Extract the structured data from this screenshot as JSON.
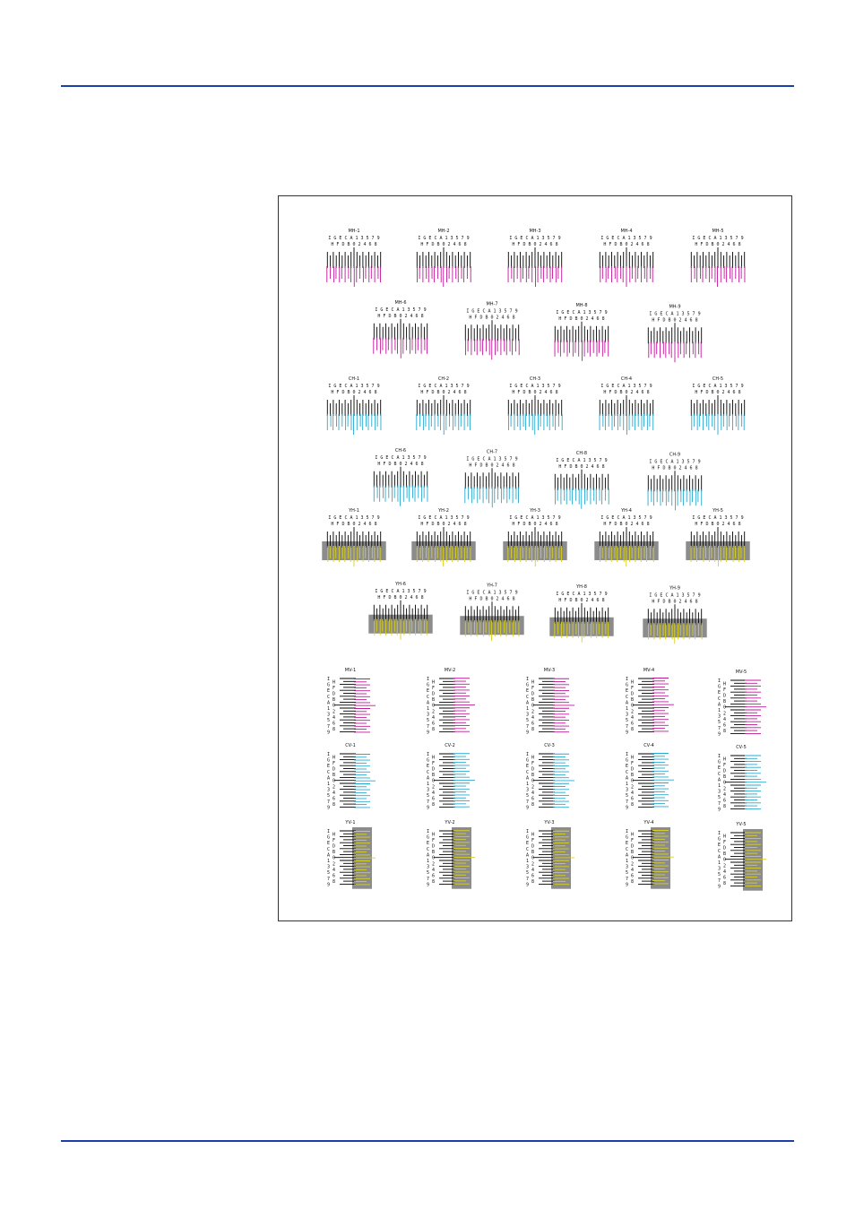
{
  "colors": {
    "rule": "#1a3fa6",
    "black": "#000000",
    "magenta": "#c0189a",
    "cyan": "#28a8d0",
    "yellow": "#d8d020",
    "gray_bg": "#8c8c8c",
    "frame": "#333333"
  },
  "chart": {
    "row_top_labels": "I G E C A 1 3 5 7 9",
    "row_bottom_labels": "H F D B 0 2 4 6 8",
    "column_labels": [
      "I",
      "H",
      "G",
      "F",
      "E",
      "D",
      "C",
      "B",
      "A",
      "0",
      "1",
      "2",
      "3",
      "4",
      "5",
      "6",
      "7",
      "8",
      "9"
    ],
    "horizontal_groups": [
      {
        "color": "magenta",
        "gray_bg": false,
        "rows": [
          [
            "MH-1",
            "MH-2",
            "MH-3",
            "MH-4",
            "MH-5"
          ],
          [
            "MH-6",
            "MH-7",
            "MH-8",
            "MH-9"
          ]
        ]
      },
      {
        "color": "cyan",
        "gray_bg": false,
        "rows": [
          [
            "CH-1",
            "CH-2",
            "CH-3",
            "CH-4",
            "CH-5"
          ],
          [
            "CH-6",
            "CH-7",
            "CH-8",
            "CH-9"
          ]
        ]
      },
      {
        "color": "yellow",
        "gray_bg": true,
        "rows": [
          [
            "YH-1",
            "YH-2",
            "YH-3",
            "YH-4",
            "YH-5"
          ],
          [
            "YH-6",
            "YH-7",
            "YH-8",
            "YH-9"
          ]
        ]
      }
    ],
    "vertical_groups": [
      {
        "color": "magenta",
        "gray_bg": false,
        "labels": [
          "MV-1",
          "MV-2",
          "MV-3",
          "MV-4",
          "MV-5"
        ]
      },
      {
        "color": "cyan",
        "gray_bg": false,
        "labels": [
          "CV-1",
          "CV-2",
          "CV-3",
          "CV-4",
          "CV-5"
        ]
      },
      {
        "color": "yellow",
        "gray_bg": true,
        "labels": [
          "YV-1",
          "YV-2",
          "YV-3",
          "YV-4",
          "YV-5"
        ]
      }
    ]
  }
}
